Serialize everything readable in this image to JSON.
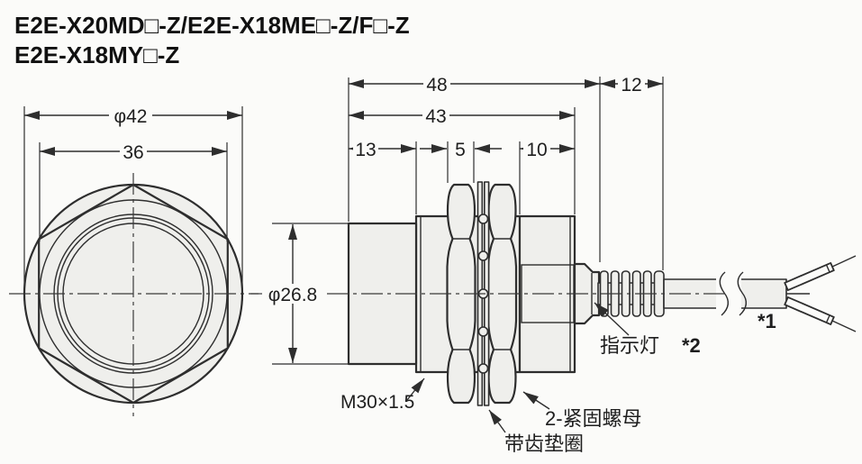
{
  "title": {
    "line1": "E2E-X20MD□-Z/E2E-X18ME□-Z/F□-Z",
    "line2": "E2E-X18MY□-Z"
  },
  "front_view": {
    "dim_diameter": "φ42",
    "dim_across_flats": "36"
  },
  "side_view": {
    "dim_overall": "48",
    "dim_body": "43",
    "dim_head": "13",
    "dim_nut_width": "5",
    "dim_clamp": "10",
    "dim_gland": "12",
    "dim_barrel_diameter": "φ26.8",
    "label_thread": "M30×1.5",
    "label_toothed_washer": "带齿垫圈",
    "label_fixing_nuts": "2-紧固螺母",
    "label_indicator": "指示灯",
    "footnote_indicator": "*2",
    "footnote_cable": "*1"
  },
  "colors": {
    "line": "#2e2e2e",
    "part_fill": "#efefec",
    "background": "#fbfbf9"
  }
}
